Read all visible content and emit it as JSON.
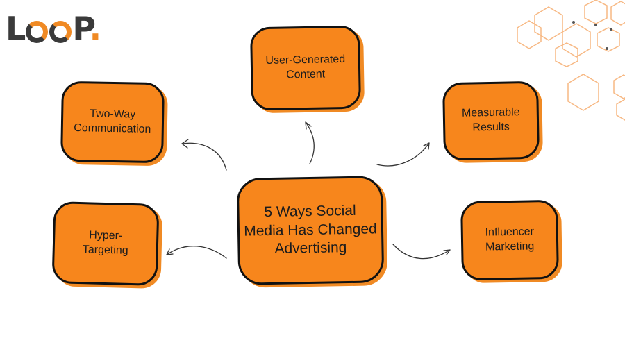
{
  "logo": {
    "pre": "L",
    "post": "P",
    "dot": "."
  },
  "center": {
    "label": "5 Ways Social Media Has Changed Advertising"
  },
  "nodes": {
    "user_generated": "User-Generated Content",
    "two_way": "Two-Way Communication",
    "measurable": "Measurable Results",
    "hyper": "Hyper-Targeting",
    "influencer": "Influencer Marketing"
  },
  "colors": {
    "accent": "#f7861c",
    "outline": "#111111",
    "logo": "#3a3a3a"
  }
}
